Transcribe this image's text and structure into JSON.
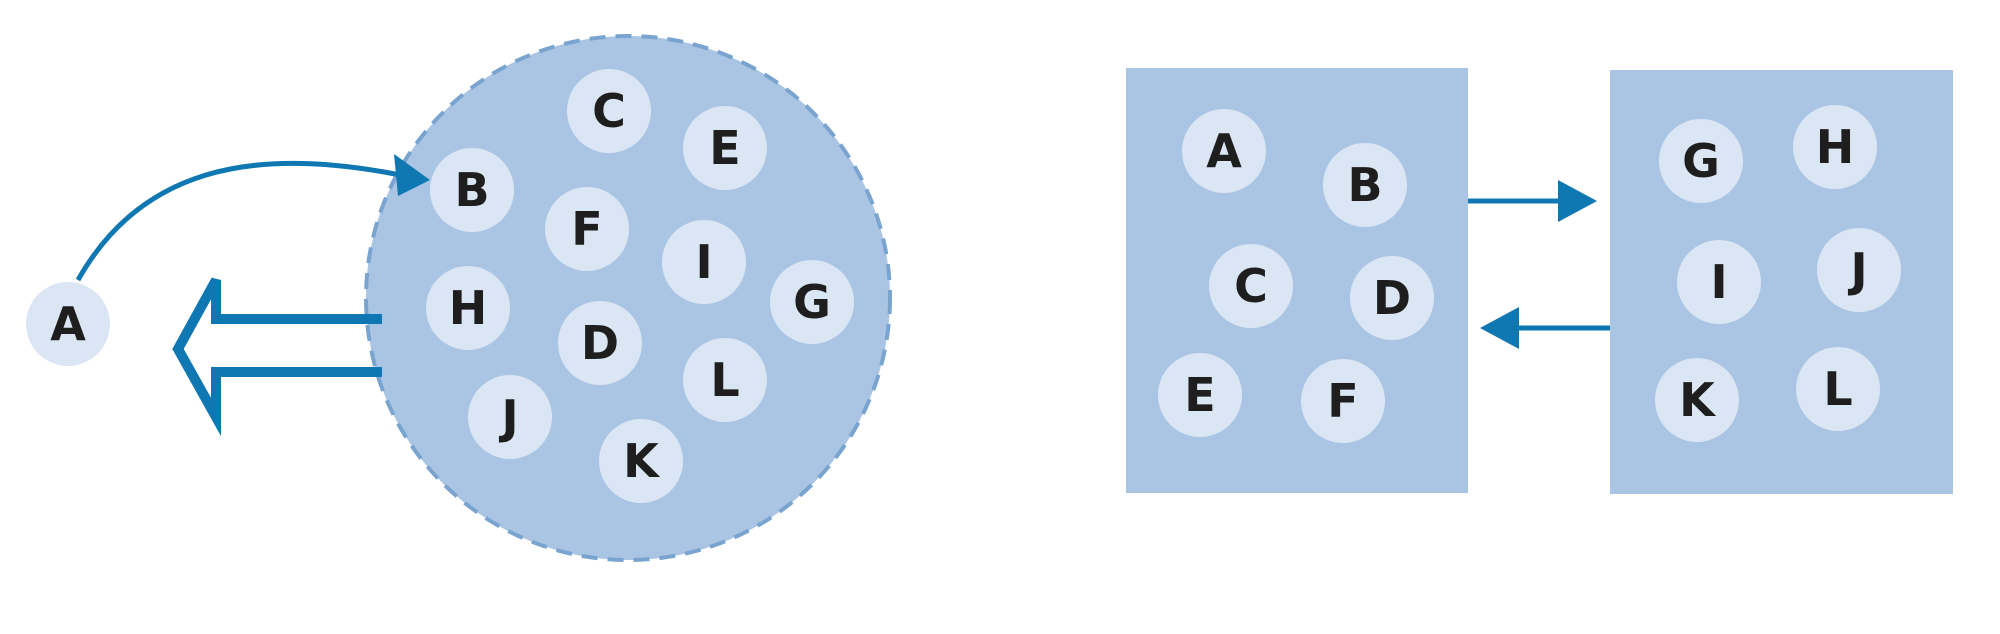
{
  "colors": {
    "node_fill": "#dbe6f4",
    "group_fill": "#a9c5e3",
    "cluster_border": "#7aa4d0",
    "arrow": "#0f77b1",
    "label": "#1e1e1e"
  },
  "left_panel": {
    "outside_node": "A",
    "cluster_nodes": [
      "C",
      "E",
      "B",
      "F",
      "I",
      "G",
      "H",
      "D",
      "L",
      "J",
      "K"
    ]
  },
  "right_panel": {
    "group_1_nodes": [
      "A",
      "B",
      "C",
      "D",
      "E",
      "F"
    ],
    "group_2_nodes": [
      "G",
      "H",
      "I",
      "J",
      "K",
      "L"
    ]
  }
}
